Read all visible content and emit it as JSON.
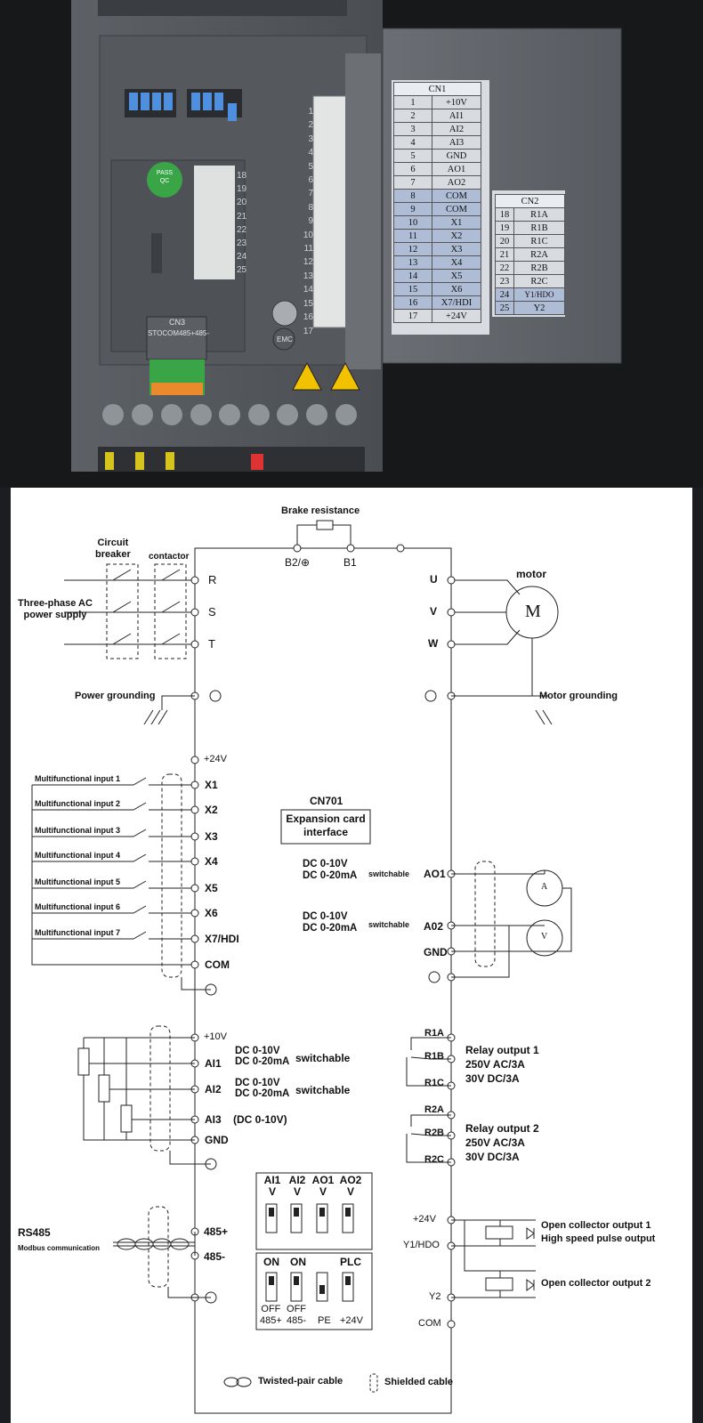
{
  "photo": {
    "emc_label": "EMC",
    "pass_sticker": "PASS\nQC",
    "left_pin_numbers": [
      "1",
      "2",
      "3",
      "4",
      "5",
      "6",
      "7",
      "8",
      "9",
      "10",
      "11",
      "12",
      "13",
      "14",
      "15",
      "16",
      "17"
    ],
    "inner_pin_numbers": [
      "18",
      "19",
      "20",
      "21",
      "22",
      "23",
      "24",
      "25"
    ],
    "cn3": {
      "title": "CN3",
      "labels": [
        "STO",
        "COM",
        "485+",
        "485-"
      ]
    },
    "cn1": {
      "title": "CN1",
      "rows": [
        [
          "1",
          "+10V"
        ],
        [
          "2",
          "AI1"
        ],
        [
          "3",
          "AI2"
        ],
        [
          "4",
          "AI3"
        ],
        [
          "5",
          "GND"
        ],
        [
          "6",
          "AO1"
        ],
        [
          "7",
          "AO2"
        ],
        [
          "8",
          "COM"
        ],
        [
          "9",
          "COM"
        ],
        [
          "10",
          "X1"
        ],
        [
          "11",
          "X2"
        ],
        [
          "12",
          "X3"
        ],
        [
          "13",
          "X4"
        ],
        [
          "14",
          "X5"
        ],
        [
          "15",
          "X6"
        ],
        [
          "16",
          "X7/HDI"
        ],
        [
          "17",
          "+24V"
        ]
      ]
    },
    "cn2": {
      "title": "CN2",
      "rows": [
        [
          "18",
          "R1A"
        ],
        [
          "19",
          "R1B"
        ],
        [
          "20",
          "R1C"
        ],
        [
          "21",
          "R2A"
        ],
        [
          "22",
          "R2B"
        ],
        [
          "23",
          "R2C"
        ],
        [
          "24",
          "Y1/HDO"
        ],
        [
          "25",
          "Y2"
        ]
      ]
    },
    "colors": {
      "blue_rows": "#aebcd6",
      "green_terminal": "#39a547",
      "warning": "#f2c200"
    }
  },
  "diagram": {
    "brake_resistance": "Brake resistance",
    "circuit_breaker": "Circuit\nbreaker",
    "contactor": "contactor",
    "power_supply": "Three-phase AC\npower supply",
    "b2": "B2/⊕",
    "b1": "B1",
    "r": "R",
    "s": "S",
    "t": "T",
    "u": "U",
    "v": "V",
    "w": "W",
    "motor": "motor",
    "motor_symbol": "M",
    "power_grounding": "Power grounding",
    "motor_grounding": "Motor grounding",
    "p24v": "+24V",
    "inputs": [
      {
        "label": "Multifunctional input 1",
        "terminal": "X1"
      },
      {
        "label": "Multifunctional input 2",
        "terminal": "X2"
      },
      {
        "label": "Multifunctional input 3",
        "terminal": "X3"
      },
      {
        "label": "Multifunctional input 4",
        "terminal": "X4"
      },
      {
        "label": "Multifunctional input 5",
        "terminal": "X5"
      },
      {
        "label": "Multifunctional input 6",
        "terminal": "X6"
      },
      {
        "label": "Multifunctional input 7",
        "terminal": "X7/HDI"
      }
    ],
    "com": "COM",
    "cn701": "CN701",
    "expansion": "Expansion card\ninterface",
    "ao_range": "DC 0-10V\nDC 0-20mA",
    "switchable": "switchable",
    "ao1": "AO1",
    "a02": "A02",
    "gnd": "GND",
    "meter_a": "A",
    "meter_v": "V",
    "p10v": "+10V",
    "ai1": "AI1",
    "ai2": "AI2",
    "ai3": "AI3",
    "ai_range": "DC 0-10V\nDC 0-20mA",
    "ai3_range": "(DC 0-10V)",
    "r1a": "R1A",
    "r1b": "R1B",
    "r1c": "R1C",
    "relay1": "Relay output 1\n250V AC/3A\n30V DC/3A",
    "r2a": "R2A",
    "r2b": "R2B",
    "r2c": "R2C",
    "relay2": "Relay output 2\n250V AC/3A\n30V DC/3A",
    "switch_headers": [
      "AI1\nV",
      "AI2\nV",
      "AO1\nV",
      "AO2\nV"
    ],
    "switch2_top": [
      "ON",
      "ON",
      "PLC"
    ],
    "switch2_bottom": [
      "OFF\n485+",
      "OFF\n485-",
      "PE",
      "+24V"
    ],
    "rs485": "RS485",
    "modbus": "Modbus communication",
    "t485p": "485+",
    "t485m": "485-",
    "y1hdo": "Y1/HDO",
    "y2": "Y2",
    "oc1": "Open collector output 1\nHigh speed pulse output",
    "oc2": "Open collector output 2",
    "twisted": "Twisted-pair cable",
    "shielded": "Shielded cable"
  }
}
